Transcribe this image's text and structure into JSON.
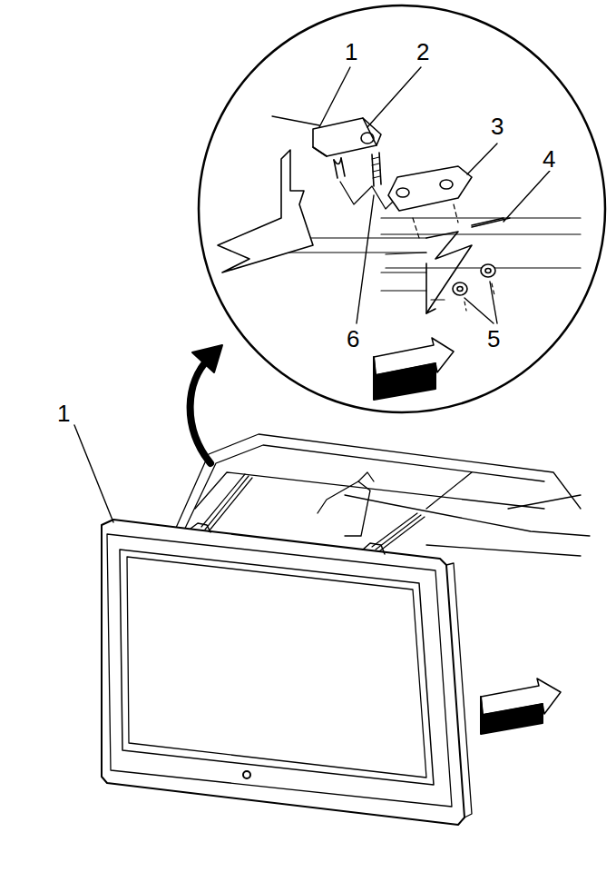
{
  "diagram": {
    "labels": [
      "1",
      "2",
      "3",
      "4",
      "6",
      "5",
      "1"
    ]
  }
}
